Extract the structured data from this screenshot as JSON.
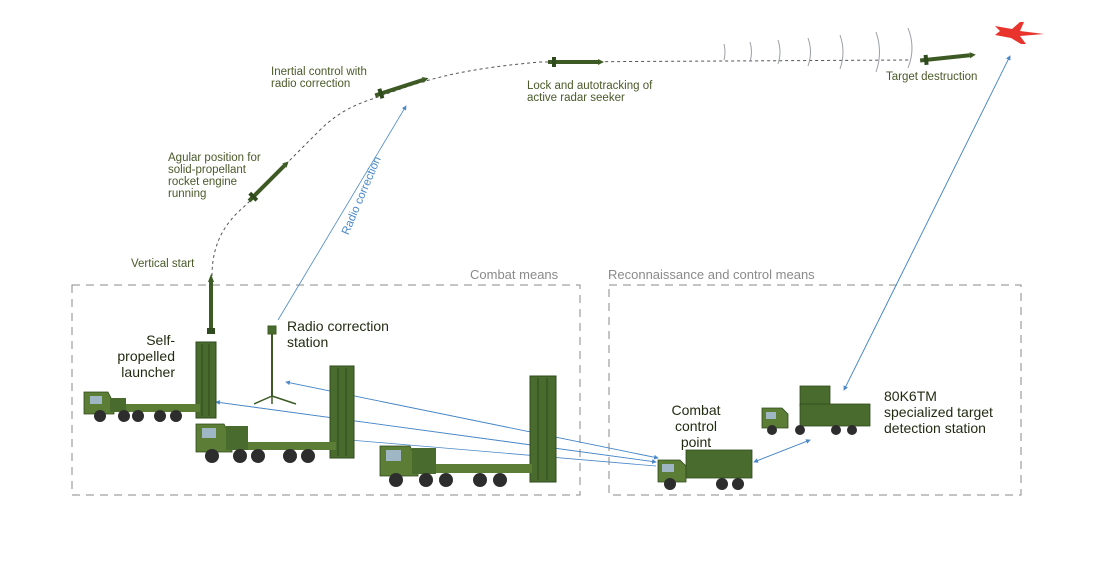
{
  "labels": {
    "vertical_start": "Vertical start",
    "angular_position": "Agular position for\nsolid-propellant\nrocket engine\nrunning",
    "inertial_control": "Inertial control with\nradio correction",
    "lock_autotracking": "Lock and autotracking of\nactive radar seeker",
    "target_destruction": "Target destruction",
    "radio_correction_path": "Radio correction",
    "self_propelled_launcher": "Self-\npropelled\nlauncher",
    "radio_correction_station": "Radio correction\nstation",
    "combat_control_point": "Combat\ncontrol\npoint",
    "detection_station": "80K6TM\nspecialized target\ndetection station"
  },
  "groups": {
    "combat_means": "Combat means",
    "recon_control_means": "Reconnaissance and control means"
  },
  "colors": {
    "olive": "#4a6b2e",
    "olive_dark": "#2f4a1c",
    "target_red": "#e8342c",
    "link_blue": "#4a88c8",
    "group_border": "#8a8a8a"
  }
}
